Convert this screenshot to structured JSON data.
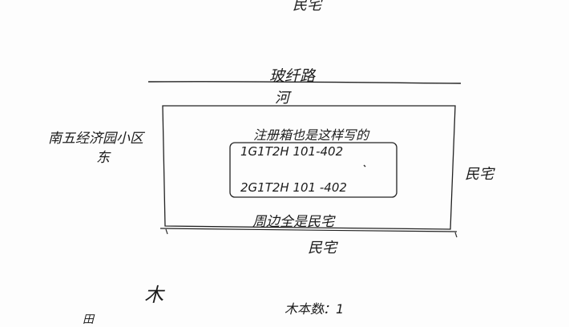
{
  "labels": {
    "top_neighbor": "民宅",
    "road": "玻纤路",
    "river": "河",
    "left_neighbor_line1": "南五经济园小区",
    "left_neighbor_line2": "东",
    "building_header": "注册箱也是这样写的",
    "building_row1": "1G1T2H 101-402",
    "building_row2": "2G1T2H 101 -402",
    "right_neighbor": "民宅",
    "surroundings": "周边全是民宅",
    "bottom_neighbor": "民宅",
    "tree_symbol": "木",
    "tree_count": "木本数：1",
    "edge_mark": "田"
  }
}
